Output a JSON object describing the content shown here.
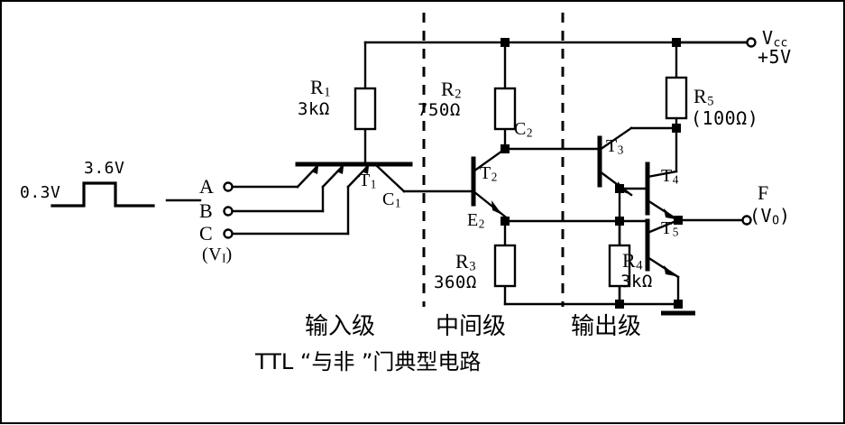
{
  "figure": {
    "title": "TTL “与非 ”门典型电路",
    "stage_labels": [
      {
        "name": "input-stage",
        "text": "输入级"
      },
      {
        "name": "intermediate-stage",
        "text": "中间级"
      },
      {
        "name": "output-stage",
        "text": "输出级"
      }
    ]
  },
  "waveform": {
    "high_label": "3.6V",
    "low_label": "0.3V"
  },
  "inputs": {
    "a": "A",
    "b": "B",
    "c": "C",
    "group_label": "(V",
    "group_sub": "I",
    "group_close": ")"
  },
  "supply": {
    "name": "V",
    "sub": "cc",
    "voltage": "+5V"
  },
  "output": {
    "name": "F",
    "paren_open": "(V",
    "sub": "O",
    "paren_close": ")"
  },
  "resistors": [
    {
      "id": "R",
      "sub": "1",
      "value": "3kΩ"
    },
    {
      "id": "R",
      "sub": "2",
      "value": "750Ω"
    },
    {
      "id": "R",
      "sub": "3",
      "value": "360Ω"
    },
    {
      "id": "R",
      "sub": "4",
      "value": "3kΩ"
    },
    {
      "id": "R",
      "sub": "5",
      "value": "(100Ω)"
    }
  ],
  "transistors": [
    {
      "id": "T",
      "sub": "1"
    },
    {
      "id": "T",
      "sub": "2"
    },
    {
      "id": "T",
      "sub": "3"
    },
    {
      "id": "T",
      "sub": "4"
    },
    {
      "id": "T",
      "sub": "5"
    }
  ],
  "nodes": [
    {
      "id": "C",
      "sub": "1"
    },
    {
      "id": "C",
      "sub": "2"
    },
    {
      "id": "E",
      "sub": "2"
    }
  ],
  "colors": {
    "ink": "#000000",
    "background": "#ffffff"
  }
}
